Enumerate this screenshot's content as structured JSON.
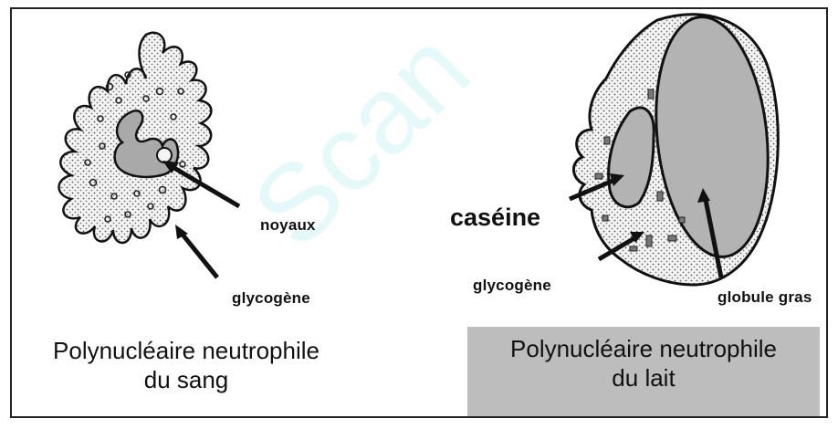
{
  "left_cell": {
    "label_nuclei": "noyaux",
    "label_glycogen": "glycogène",
    "caption_line1": "Polynucléaire neutrophile",
    "caption_line2": "du sang"
  },
  "right_cell": {
    "label_casein": "caséine",
    "label_glycogen": "glycogène",
    "label_fat": "globule gras",
    "caption_line1": "Polynucléaire neutrophile",
    "caption_line2": "du lait"
  },
  "colors": {
    "outline": "#111111",
    "cytoplasm": "#f2f2f2",
    "nucleus": "#b5b5b5",
    "caption_bg": "#bdbdbd"
  }
}
